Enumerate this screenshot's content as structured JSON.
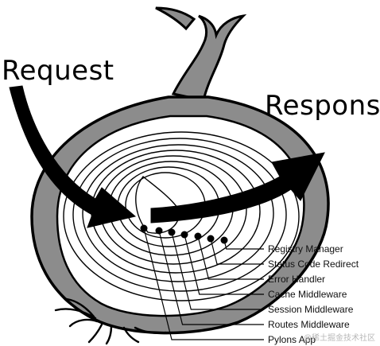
{
  "labels": {
    "request": "Request",
    "response": "Response"
  },
  "layers": [
    "Registry Manager",
    "Status Code Redirect",
    "Error Handler",
    "Cache Middleware",
    "Session Middleware",
    "Routes Middleware",
    "Pylons App"
  ],
  "watermark": "@稀土掘金技术社区",
  "colors": {
    "ink": "#000000",
    "skin": "#8c8c8c",
    "flesh": "#ffffff",
    "label_text": "#111111",
    "watermark": "#b8b8b8"
  }
}
